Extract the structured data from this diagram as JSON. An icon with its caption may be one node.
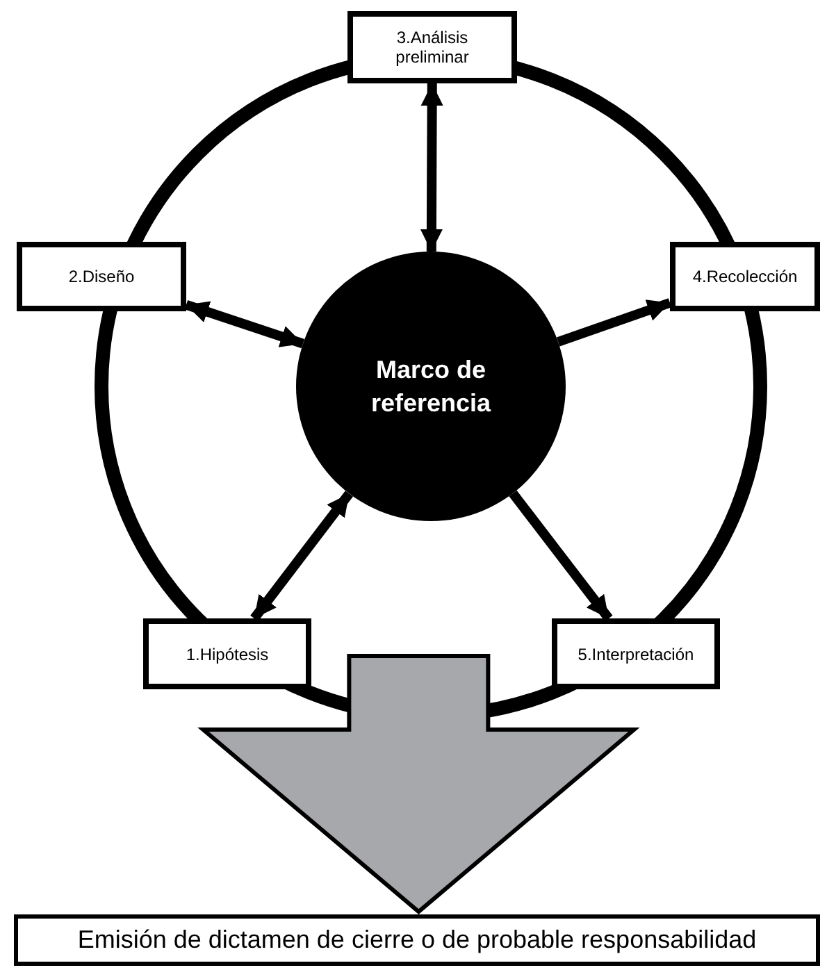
{
  "diagram": {
    "nodes": [
      {
        "text": [
          "3.Análisis preliminar"
        ]
      },
      {
        "text": [
          "2.Diseño"
        ]
      },
      {
        "text": [
          "4.Recolección"
        ]
      },
      {
        "text": [
          "Marco de referencia"
        ]
      },
      {
        "text": [
          "1.Hipótesis"
        ]
      },
      {
        "text": [
          "5.Interpretación"
        ]
      },
      {
        "text": [
          "Emisión de dictamen de cierre o de probable responsabilidad"
        ]
      }
    ],
    "edges": [
      {
        "from": 0,
        "to": 3,
        "arrow": "both"
      },
      {
        "from": 1,
        "to": 3,
        "arrow": "both"
      },
      {
        "from": 3,
        "to": 2,
        "arrow": "to"
      },
      {
        "from": 4,
        "to": 3,
        "arrow": "both"
      },
      {
        "from": 3,
        "to": 5,
        "arrow": "to"
      },
      {
        "from": null,
        "to": 6,
        "arrow": "to",
        "style": "thick",
        "color": "#a7a8ab"
      }
    ]
  }
}
